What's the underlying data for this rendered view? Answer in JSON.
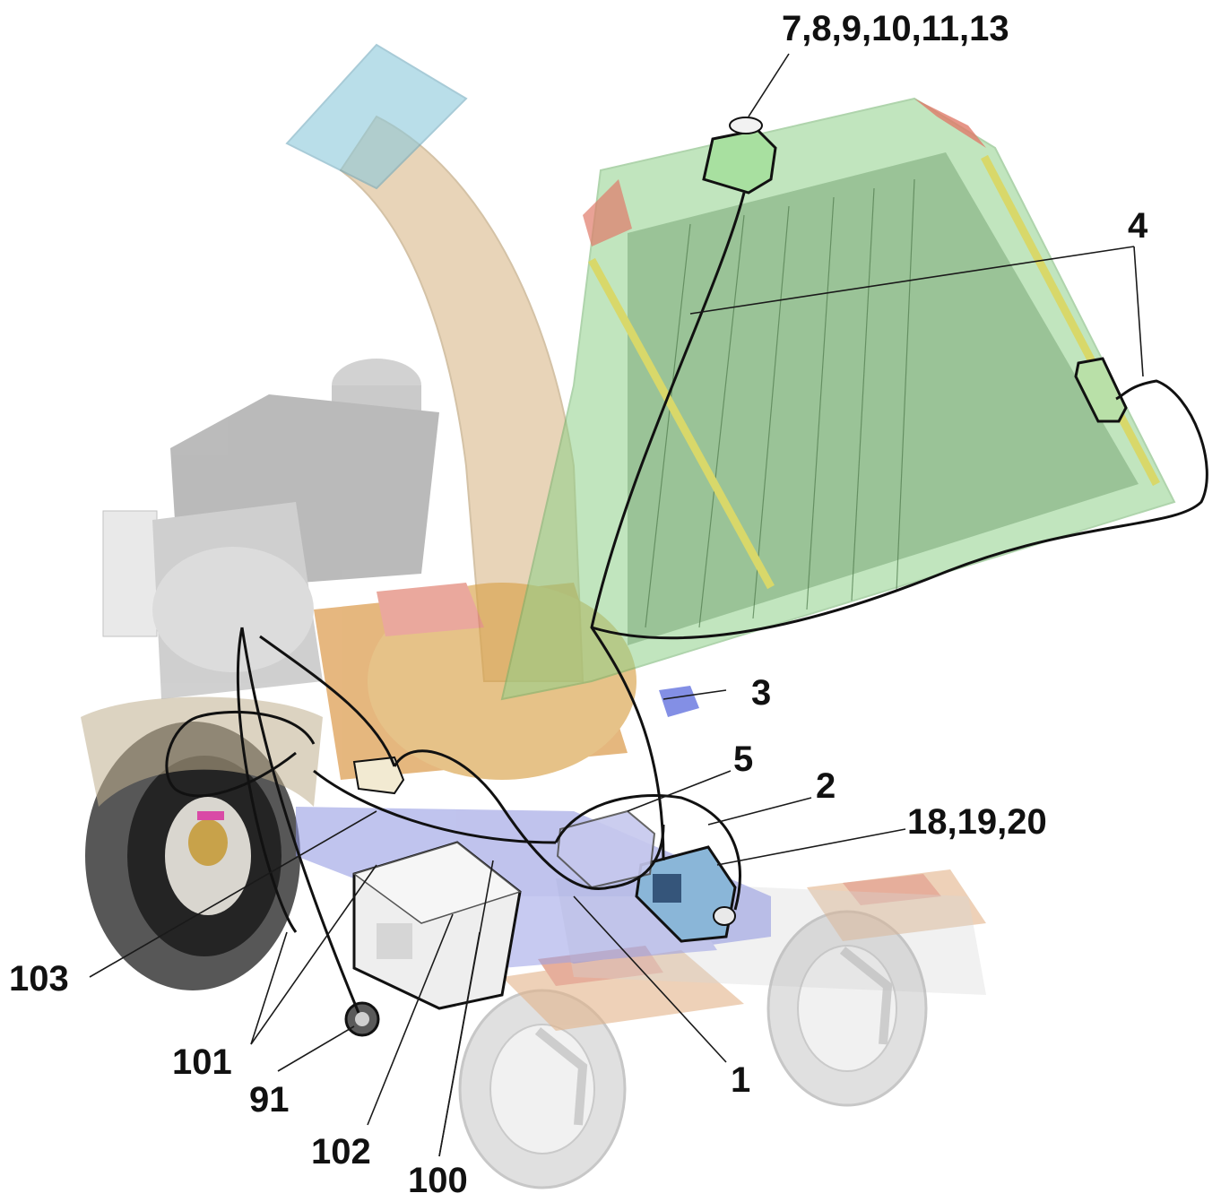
{
  "diagram": {
    "callouts": [
      {
        "id": "c-7-13",
        "text": "7,8,9,10,11,13"
      },
      {
        "id": "c-4",
        "text": "4"
      },
      {
        "id": "c-3",
        "text": "3"
      },
      {
        "id": "c-5",
        "text": "5"
      },
      {
        "id": "c-2",
        "text": "2"
      },
      {
        "id": "c-18-20",
        "text": "18,19,20"
      },
      {
        "id": "c-103",
        "text": "103"
      },
      {
        "id": "c-101",
        "text": "101"
      },
      {
        "id": "c-91",
        "text": "91"
      },
      {
        "id": "c-1",
        "text": "1"
      },
      {
        "id": "c-102",
        "text": "102"
      },
      {
        "id": "c-100",
        "text": "100"
      }
    ],
    "colors": {
      "hopper_green": "#8fd18a",
      "chute_tan": "#d9b98a",
      "chute_top_blue": "#8cc9dc",
      "engine_gray": "#9a9a9a",
      "frame_blue": "#9aa0e6",
      "drum_orange": "#d8913a",
      "guard_red": "#e07a6a",
      "rail_yellow": "#d8d86a",
      "cable_black": "#111111"
    }
  }
}
